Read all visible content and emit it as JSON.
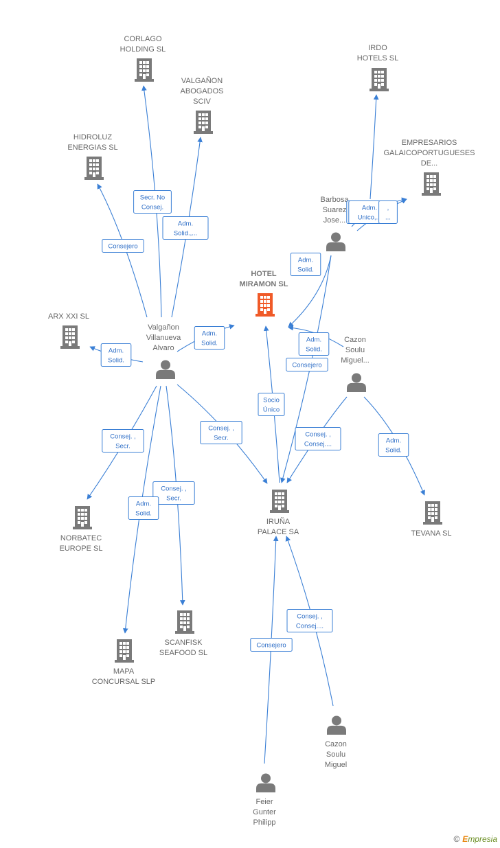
{
  "colors": {
    "edge": "#3a7fd5",
    "company": "#7a7a7a",
    "focus_company": "#f05a28",
    "person": "#7a7a7a"
  },
  "nodes": [
    {
      "id": "corlago",
      "type": "company",
      "lines": [
        "CORLAGO",
        "HOLDING SL"
      ]
    },
    {
      "id": "valganon_abog",
      "type": "company",
      "lines": [
        "VALGAÑON",
        "ABOGADOS",
        "SCIV"
      ]
    },
    {
      "id": "hidroluz",
      "type": "company",
      "lines": [
        "HIDROLUZ",
        "ENERGIAS SL"
      ]
    },
    {
      "id": "irdo",
      "type": "company",
      "lines": [
        "IRDO",
        "HOTELS SL"
      ]
    },
    {
      "id": "empresarios",
      "type": "company",
      "lines": [
        "EMPRESARIOS",
        "GALAICOPORTUGUESES",
        "DE..."
      ]
    },
    {
      "id": "hotel_miramon",
      "type": "focus",
      "lines": [
        "HOTEL",
        "MIRAMON SL"
      ]
    },
    {
      "id": "arx",
      "type": "company",
      "lines": [
        "ARX XXI SL"
      ]
    },
    {
      "id": "barbosa",
      "type": "person",
      "lines": [
        "Barbosa",
        "Suarez",
        "Jose..."
      ]
    },
    {
      "id": "valganon",
      "type": "person",
      "lines": [
        "Valgañon",
        "Villanueva",
        "Alvaro"
      ]
    },
    {
      "id": "cazon1",
      "type": "person",
      "lines": [
        "Cazon",
        "Soulu",
        "Miguel..."
      ]
    },
    {
      "id": "norbatec",
      "type": "company",
      "lines": [
        "NORBATEC",
        "EUROPE SL"
      ]
    },
    {
      "id": "iruna",
      "type": "company",
      "lines": [
        "IRUÑA",
        "PALACE SA"
      ]
    },
    {
      "id": "tevana",
      "type": "company",
      "lines": [
        "TEVANA SL"
      ]
    },
    {
      "id": "scanfisk",
      "type": "company",
      "lines": [
        "SCANFISK",
        "SEAFOOD SL"
      ]
    },
    {
      "id": "mapa",
      "type": "company",
      "lines": [
        "MAPA",
        "CONCURSAL SLP"
      ]
    },
    {
      "id": "cazon2",
      "type": "person",
      "lines": [
        "Cazon",
        "Soulu",
        "Miguel"
      ]
    },
    {
      "id": "feier",
      "type": "person",
      "lines": [
        "Feier",
        "Gunter",
        "Philipp"
      ]
    }
  ],
  "edges": [
    {
      "from": "valganon",
      "to": "corlago",
      "label": [
        "Secr. No",
        "Consej."
      ]
    },
    {
      "from": "valganon",
      "to": "valganon_abog",
      "label": [
        "Adm.",
        "Solid.,..."
      ]
    },
    {
      "from": "valganon",
      "to": "hidroluz",
      "label": [
        "Consejero"
      ]
    },
    {
      "from": "valganon",
      "to": "arx",
      "label": [
        "Adm.",
        "Solid."
      ]
    },
    {
      "from": "valganon",
      "to": "hotel_miramon",
      "label": [
        "Adm.",
        "Solid."
      ]
    },
    {
      "from": "valganon",
      "to": "norbatec",
      "label": [
        "Consej. ,",
        "Secr."
      ]
    },
    {
      "from": "valganon",
      "to": "scanfisk",
      "label": [
        "Consej. ,",
        "Secr."
      ]
    },
    {
      "from": "valganon",
      "to": "mapa",
      "label": [
        "Adm.",
        "Solid."
      ]
    },
    {
      "from": "valganon",
      "to": "iruna",
      "label": [
        "Consej. ,",
        "Secr."
      ]
    },
    {
      "from": "barbosa",
      "to": "hotel_miramon",
      "label": [
        "Adm.",
        "Solid."
      ]
    },
    {
      "from": "barbosa",
      "to": "iruna",
      "label": [
        "Consejero"
      ]
    },
    {
      "from": "barbosa",
      "to": "empresarios",
      "label": [
        "Adm.",
        "Unico,..."
      ]
    },
    {
      "from": "cazon1",
      "to": "irdo",
      "label": [
        "Adm.",
        "Unico,..."
      ]
    },
    {
      "from": "cazon1",
      "to": "empresarios",
      "label": [
        ",",
        "..."
      ]
    },
    {
      "from": "cazon1",
      "to": "hotel_miramon",
      "label": [
        "Adm.",
        "Solid."
      ]
    },
    {
      "from": "cazon1",
      "to": "iruna",
      "label": [
        "Consej. ,",
        "Consej...."
      ]
    },
    {
      "from": "cazon1",
      "to": "tevana",
      "label": [
        "Adm.",
        "Solid."
      ]
    },
    {
      "from": "iruna",
      "to": "hotel_miramon",
      "label": [
        "Socio",
        "Único"
      ]
    },
    {
      "from": "feier",
      "to": "iruna",
      "label": [
        "Consejero"
      ]
    },
    {
      "from": "cazon2",
      "to": "iruna",
      "label": [
        "Consej. ,",
        "Consej...."
      ]
    }
  ],
  "footer": {
    "copyright": "©",
    "brand_first": "E",
    "brand_rest": "mpresia"
  }
}
